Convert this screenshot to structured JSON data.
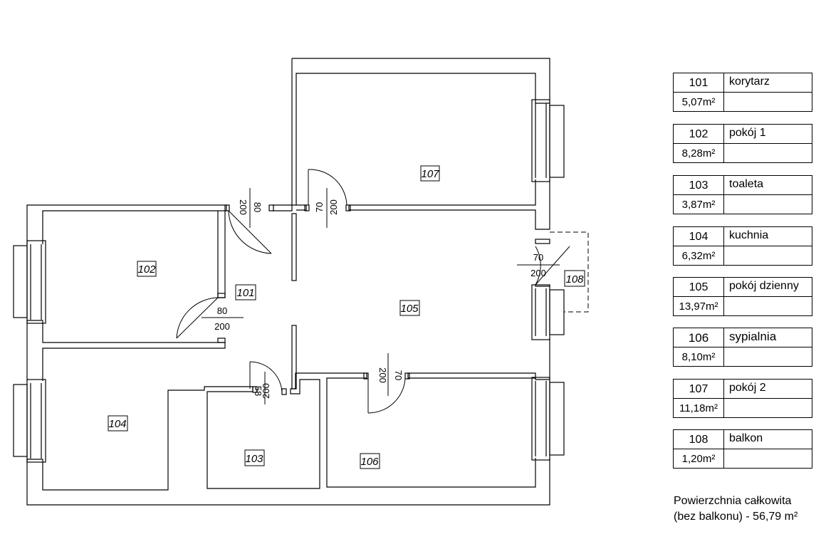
{
  "plan_labels": {
    "r101": "101",
    "r102": "102",
    "r103": "103",
    "r104": "104",
    "r105": "105",
    "r106": "106",
    "r107": "107",
    "r108": "108"
  },
  "door_dims": {
    "d_top_left": {
      "w": "80",
      "h": "200"
    },
    "d_top_mid": {
      "w": "70",
      "h": "200"
    },
    "d_left": {
      "w": "80",
      "h": "200"
    },
    "d_balcony": {
      "w": "70",
      "h": "200"
    },
    "d_bath": {
      "w": "58",
      "h": "200"
    },
    "d_bedroom": {
      "w": "70",
      "h": "200"
    }
  },
  "rooms": [
    {
      "number": "101",
      "name": "korytarz",
      "area": "5,07m²"
    },
    {
      "number": "102",
      "name": "pokój 1",
      "area": "8,28m²"
    },
    {
      "number": "103",
      "name": "toaleta",
      "area": "3,87m²"
    },
    {
      "number": "104",
      "name": "kuchnia",
      "area": "6,32m²"
    },
    {
      "number": "105",
      "name": "pokój dzienny",
      "area": "13,97m²"
    },
    {
      "number": "106",
      "name": "sypialnia",
      "area": "8,10m²"
    },
    {
      "number": "107",
      "name": "pokój 2",
      "area": "11,18m²"
    },
    {
      "number": "108",
      "name": "balkon",
      "area": "1,20m²"
    }
  ],
  "summary": {
    "line1": "Powierzchnia całkowita",
    "line2": "(bez balkonu) - 56,79 m²"
  }
}
